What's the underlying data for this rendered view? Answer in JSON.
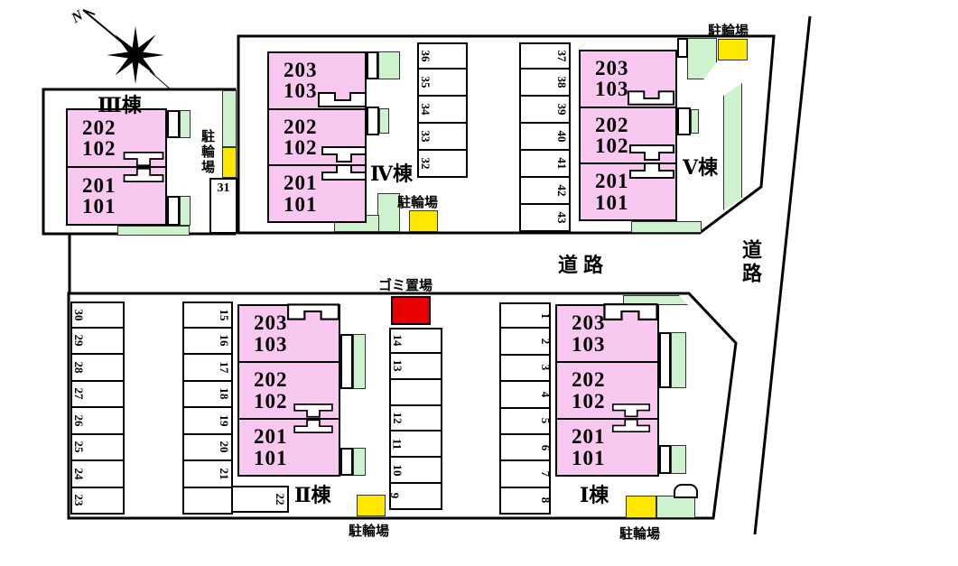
{
  "title": "apartment-site-plan",
  "colors": {
    "pink": "#F8C8F0",
    "green": "#CEF2CE",
    "yellow": "#FFE800",
    "red": "#E60000",
    "line": "#000000"
  },
  "compass": {
    "north_label": "N"
  },
  "labels": {
    "bike": "駐輪場",
    "garbage": "ゴミ置場",
    "road": "道路",
    "stall31": "31",
    "stall22": "22"
  },
  "buildings": {
    "b3": {
      "name": "Ⅲ棟",
      "rooms": [
        "202\n102",
        "201\n101"
      ]
    },
    "b4": {
      "name": "Ⅳ棟",
      "rooms": [
        "203\n103",
        "202\n102",
        "201\n101"
      ]
    },
    "b5": {
      "name": "Ⅴ棟",
      "rooms": [
        "203\n103",
        "202\n102",
        "201\n101"
      ]
    },
    "b2": {
      "name": "Ⅱ棟",
      "rooms": [
        "203\n103",
        "202\n102",
        "201\n101"
      ]
    },
    "b1": {
      "name": "Ⅰ棟",
      "rooms": [
        "203\n103",
        "202\n102",
        "201\n101"
      ]
    }
  },
  "parking": {
    "columns": {
      "c32_36": {
        "side": "left",
        "numbers": [
          "36",
          "35",
          "34",
          "33",
          "32"
        ]
      },
      "c37_43": {
        "side": "right",
        "numbers": [
          "37",
          "38",
          "39",
          "40",
          "41",
          "42",
          "43"
        ]
      },
      "c23_30": {
        "side": "left",
        "numbers": [
          "30",
          "29",
          "28",
          "27",
          "26",
          "25",
          "24",
          "23"
        ]
      },
      "c15_21": {
        "side": "right",
        "numbers": [
          "15",
          "16",
          "17",
          "18",
          "19",
          "20",
          "21",
          ""
        ]
      },
      "c9_14": {
        "side": "left",
        "numbers": [
          "14",
          "13",
          "",
          "12",
          "11",
          "10",
          "9"
        ]
      },
      "c1_8": {
        "side": "right",
        "numbers": [
          "1",
          "2",
          "3",
          "4",
          "5",
          "6",
          "7",
          "8"
        ]
      }
    }
  }
}
